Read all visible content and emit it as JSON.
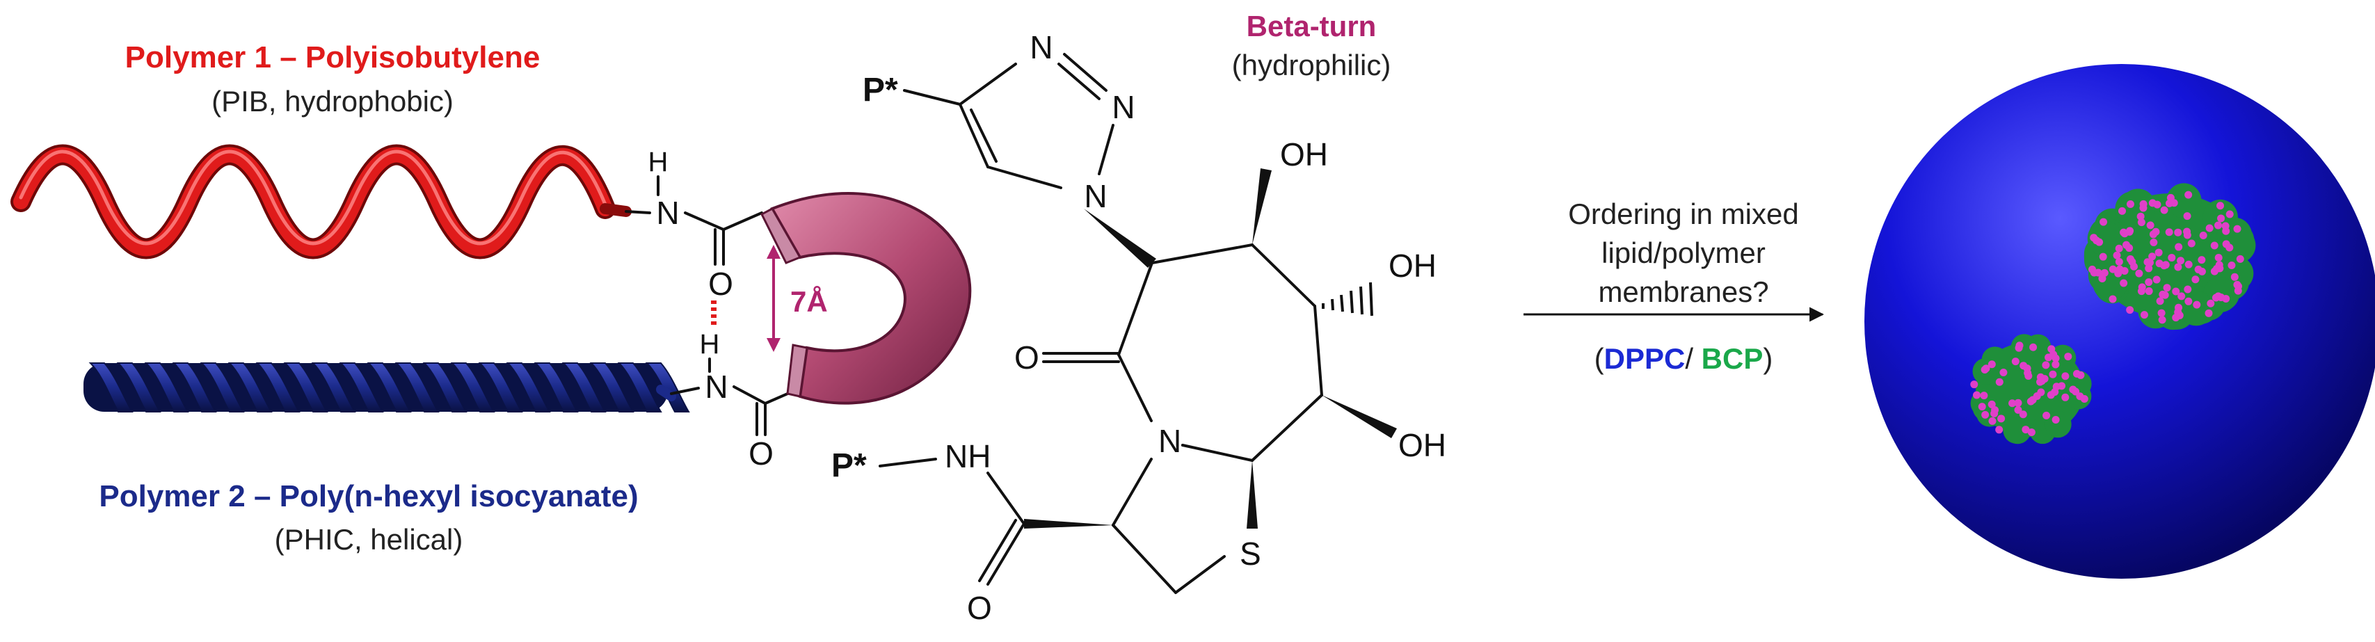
{
  "polymer1": {
    "title": "Polymer 1 – Polyisobutylene",
    "subtitle": "(PIB, hydrophobic)",
    "color": "#e01b1b"
  },
  "polymer2": {
    "title": "Polymer 2 – Poly(n-hexyl isocyanate)",
    "subtitle": "(PHIC, helical)",
    "color": "#1b2a8a"
  },
  "hbond": {
    "distance_label": "7Å",
    "color": "#b0246e"
  },
  "beta_turn": {
    "title": "Beta-turn",
    "subtitle": "(hydrophilic)",
    "color": "#b0246e"
  },
  "atoms": {
    "H": "H",
    "N": "N",
    "O": "O",
    "NH": "NH",
    "OH": "OH",
    "S": "S",
    "pstar": "P*"
  },
  "arrow": {
    "line1": "Ordering in mixed",
    "line2": "lipid/polymer",
    "line3": "membranes?",
    "paren_open": "(",
    "dppc": "DPPC",
    "slash": "/ ",
    "bcp": "BCP",
    "paren_close": ")",
    "dppc_color": "#1b2ad4",
    "bcp_color": "#1aa84a"
  },
  "vesicle": {
    "color": "#1010d0",
    "domain_color": "#1f8f3a",
    "dot_color": "#e040c8"
  }
}
